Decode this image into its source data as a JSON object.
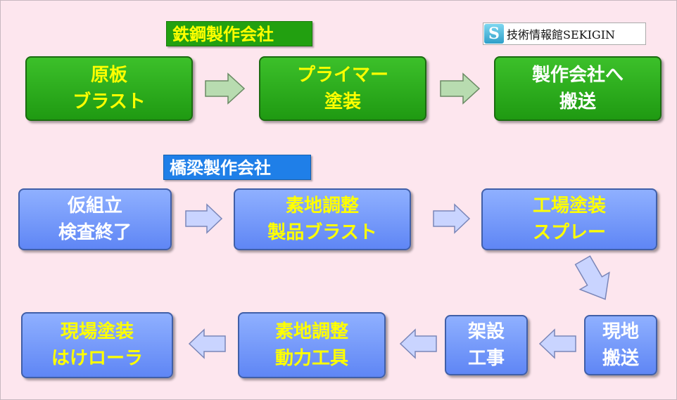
{
  "groups": {
    "steel": "鉄鋼製作会社",
    "bridge": "橋梁製作会社"
  },
  "logo": {
    "letter": "S",
    "text": "技術情報館SEKIGIN"
  },
  "steps": {
    "s1": [
      "原板",
      "ブラスト"
    ],
    "s2": [
      "プライマー",
      "塗装"
    ],
    "s3": [
      "製作会社へ",
      "搬送"
    ],
    "s4": [
      "仮組立",
      "検査終了"
    ],
    "s5": [
      "素地調整",
      "製品ブラスト"
    ],
    "s6": [
      "工場塗装",
      "スプレー"
    ],
    "s7": [
      "現地",
      "搬送"
    ],
    "s8": [
      "架設",
      "工事"
    ],
    "s9": [
      "素地調整",
      "動力工具"
    ],
    "s10": [
      "現場塗装",
      "はけローラ"
    ]
  },
  "colors": {
    "background": "#fde6ee",
    "green_box": "#22a010",
    "blue_box": "#6f93f8",
    "yellow_text": "#ffff00",
    "arrow_green": "#b8dcb0",
    "arrow_blue": "#c9d4ff"
  }
}
